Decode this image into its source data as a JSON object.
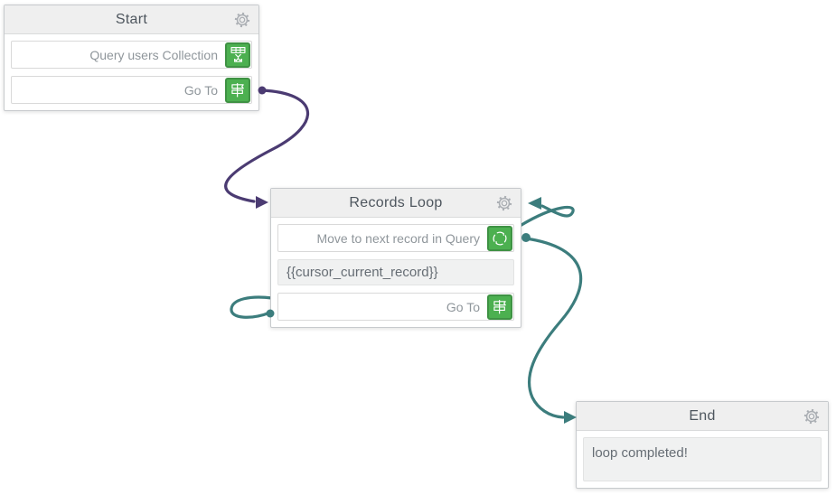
{
  "nodes": [
    {
      "title": "Start",
      "rows": [
        {
          "type": "action",
          "label": "Query users Collection",
          "icon": "query-collection-icon"
        },
        {
          "type": "action",
          "label": "Go To",
          "icon": "goto-signpost-icon"
        }
      ]
    },
    {
      "title": "Records Loop",
      "rows": [
        {
          "type": "action",
          "label": "Move to next record in Query",
          "icon": "loop-icon"
        },
        {
          "type": "field",
          "value": "{{cursor_current_record}}"
        },
        {
          "type": "action",
          "label": "Go To",
          "icon": "goto-signpost-icon"
        }
      ]
    },
    {
      "title": "End",
      "rows": [
        {
          "type": "field",
          "value": "loop completed!"
        }
      ]
    }
  ],
  "connections": [
    {
      "name": "start-goto-to-records-loop",
      "color": "#4b3b72",
      "from": "Start: Go To",
      "to": "Records Loop"
    },
    {
      "name": "records-loop-goto-self-loop",
      "color": "#3c7d7d",
      "from": "Records Loop: Go To",
      "to": "Records Loop"
    },
    {
      "name": "move-next-record-to-end",
      "color": "#3c7d7d",
      "from": "Records Loop: Move to next record in Query",
      "to": "End"
    }
  ],
  "colors": {
    "action_icon_green": "#4cb050",
    "action_icon_green_border": "#3f9244",
    "header_background": "#efefef",
    "card_border": "#c7cacd",
    "label_gray": "#8f969b",
    "title_gray": "#4e565e"
  }
}
